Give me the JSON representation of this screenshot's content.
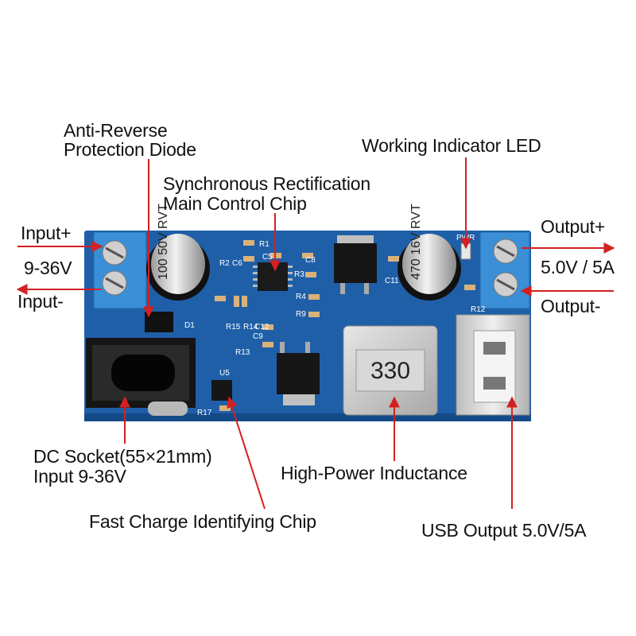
{
  "labels": {
    "anti_reverse_line1": "Anti-Reverse",
    "anti_reverse_line2": "Protection Diode",
    "sync_rect_line1": "Synchronous Rectification",
    "sync_rect_line2": "Main Control Chip",
    "working_led": "Working Indicator LED",
    "input_plus": "Input+",
    "input_voltage": "9-36V",
    "input_minus": "Input-",
    "output_plus": "Output+",
    "output_rating": "5.0V / 5A",
    "output_minus": "Output-",
    "dc_socket_line1": "DC Socket(55×21mm)",
    "dc_socket_line2": "Input 9-36V",
    "inductance": "High-Power Inductance",
    "fast_charge": "Fast Charge Identifying Chip",
    "usb_output": "USB Output 5.0V/5A"
  },
  "board": {
    "cap_left_text": "100 50V RVT",
    "cap_right_text": "470 16V RVT",
    "inductor_text": "330",
    "silk": {
      "d1": "D1",
      "u5": "U5",
      "r17": "R17",
      "r13": "R13",
      "c9": "C9",
      "r1": "R1",
      "r2": "R2",
      "c6": "C6",
      "c5": "C5",
      "c8": "C8",
      "r3": "R3",
      "r4": "R4",
      "r9": "R9",
      "r15": "R15",
      "r14": "R14",
      "c12": "C12",
      "c11": "C11",
      "r12": "R12",
      "pwr": "PWR"
    }
  },
  "colors": {
    "pcb": "#1f5fa8",
    "pcb_dark": "#154a88",
    "terminal": "#3a8fd6",
    "arrow": "#d42020",
    "inductor": "#c9c9c9",
    "usb": "#d8d8d8"
  }
}
